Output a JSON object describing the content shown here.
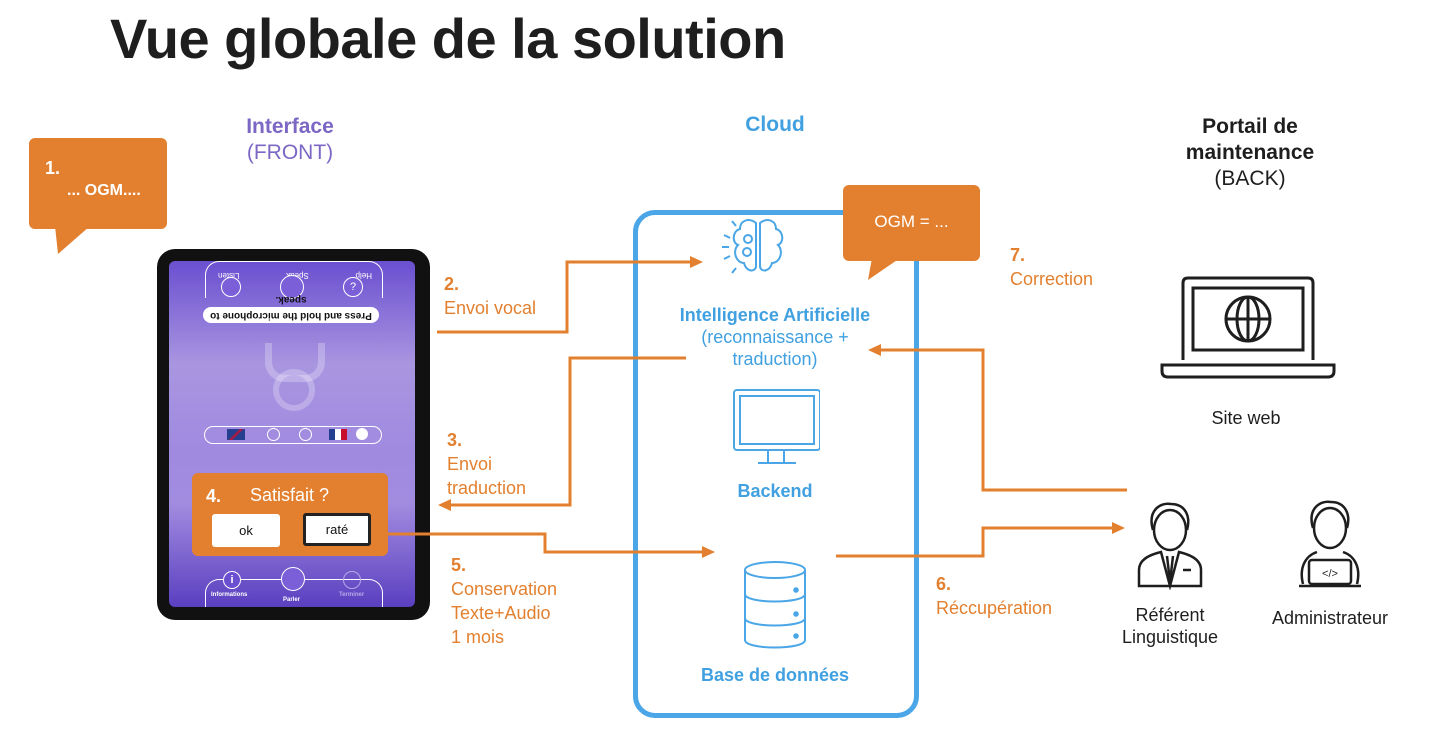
{
  "title": "Vue globale de la solution",
  "columns": {
    "front": {
      "title": "Interface",
      "subtitle": "(FRONT)"
    },
    "cloud": {
      "title": "Cloud"
    },
    "back": {
      "title_line1": "Portail de",
      "title_line2": "maintenance",
      "subtitle": "(BACK)"
    }
  },
  "bubbles": {
    "step1": {
      "number": "1.",
      "text": "... OGM...."
    },
    "ogm": {
      "text": "OGM = ..."
    }
  },
  "tablet": {
    "top_bar": {
      "items": [
        "Listen",
        "Speak",
        "Help"
      ]
    },
    "prompt": "Press and hold the microphone to speak.",
    "bottom_bar": {
      "items": [
        "Informations",
        "Parler",
        "Terminer"
      ]
    }
  },
  "satisfaction": {
    "number": "4.",
    "question": "Satisfait ?",
    "ok_label": "ok",
    "fail_label": "raté"
  },
  "cloud_components": [
    {
      "title": "Intelligence Artificielle",
      "subtitle_line1": "(reconnaissance +",
      "subtitle_line2": "traduction)"
    },
    {
      "title": "Backend"
    },
    {
      "title": "Base de données"
    }
  ],
  "steps": {
    "s2": {
      "number": "2.",
      "lines": [
        "Envoi vocal"
      ]
    },
    "s3": {
      "number": "3.",
      "lines": [
        "Envoi",
        "traduction"
      ]
    },
    "s5": {
      "number": "5.",
      "lines": [
        "Conservation",
        "Texte+Audio",
        "1 mois"
      ]
    },
    "s6": {
      "number": "6.",
      "lines": [
        "Réccupération"
      ]
    },
    "s7": {
      "number": "7.",
      "lines": [
        "Correction"
      ]
    }
  },
  "back_items": {
    "site": "Site web",
    "referent_line1": "Référent",
    "referent_line2": "Linguistique",
    "admin": "Administrateur"
  },
  "colors": {
    "orange": "#e3802f",
    "blue": "#4aa6e6",
    "purple": "#7c67c4",
    "dark": "#1e1e1e"
  }
}
